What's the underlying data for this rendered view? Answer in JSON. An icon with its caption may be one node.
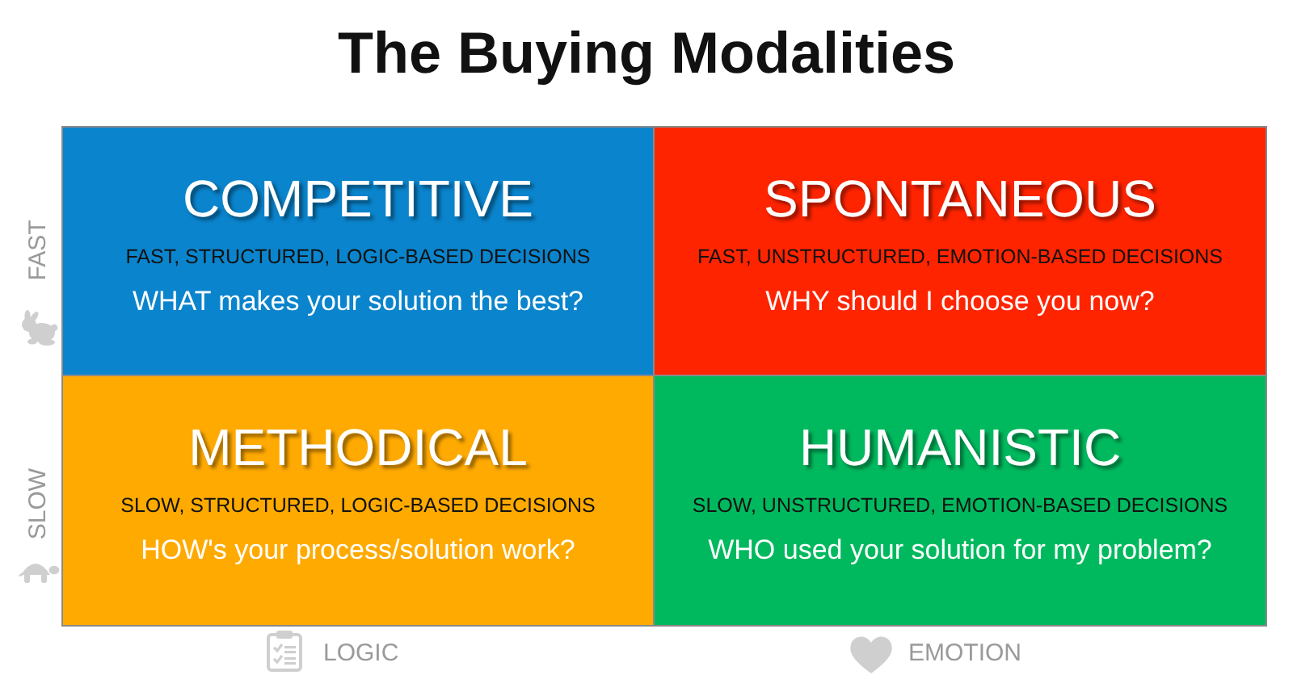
{
  "diagram": {
    "title": "The Buying Modalities",
    "nodes": [
      {
        "text": [
          "COMPETITIVE",
          "FAST, STRUCTURED, LOGIC-BASED DECISIONS",
          "WHAT makes your solution the best?"
        ]
      },
      {
        "text": [
          "SPONTANEOUS",
          "FAST, UNSTRUCTURED, EMOTION-BASED DECISIONS",
          "WHY should I choose you now?"
        ]
      },
      {
        "text": [
          "METHODICAL",
          "SLOW, STRUCTURED, LOGIC-BASED DECISIONS",
          "HOW's your process/solution work?"
        ]
      },
      {
        "text": [
          "HUMANISTIC",
          "SLOW, UNSTRUCTURED, EMOTION-BASED DECISIONS",
          "WHO used your solution for my problem?"
        ]
      }
    ],
    "labels": [
      "FAST",
      "SLOW",
      "LOGIC",
      "EMOTION"
    ]
  }
}
